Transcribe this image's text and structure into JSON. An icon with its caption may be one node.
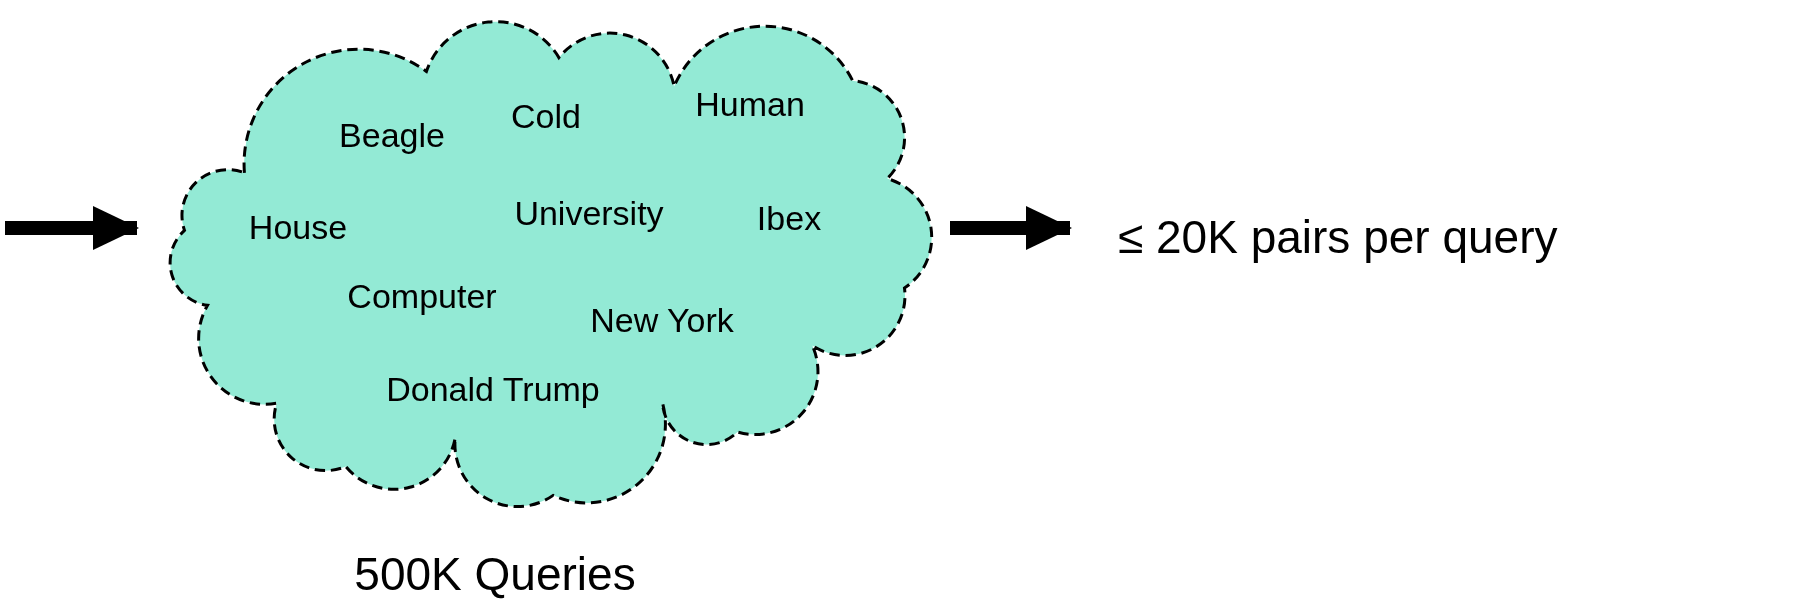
{
  "diagram": {
    "nodes": [
      {
        "text": [
          "Beagle",
          "Cold",
          "Human",
          "House",
          "University",
          "Ibex",
          "Computer",
          "New York",
          "Donald Trump"
        ],
        "beside": [
          "500K Queries"
        ]
      },
      {
        "text": [
          "≤ 20K pairs per query"
        ]
      }
    ],
    "edges": [
      {
        "from": null,
        "to": 0,
        "arrow": "to"
      },
      {
        "from": 0,
        "to": 1,
        "arrow": "to"
      }
    ]
  }
}
